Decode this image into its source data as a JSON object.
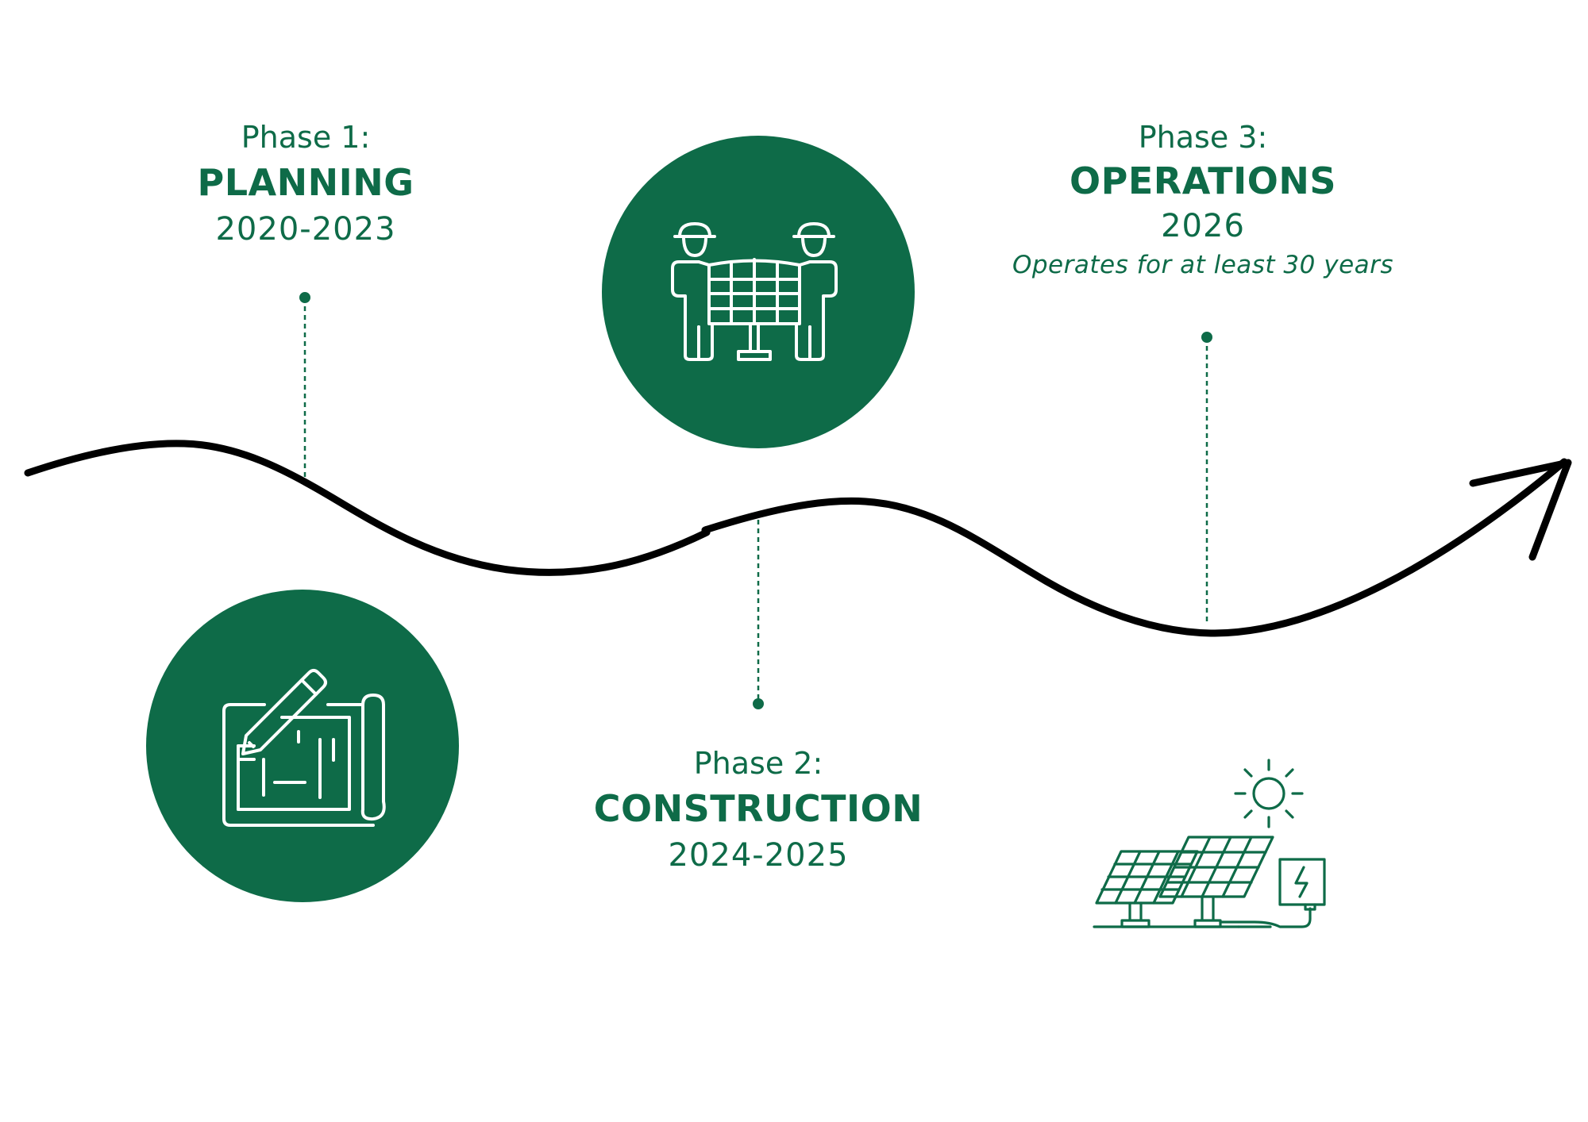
{
  "colors": {
    "brand_green": "#0e6b48",
    "timeline": "#000000",
    "icon_stroke": "#ffffff"
  },
  "phases": [
    {
      "label": "Phase 1:",
      "title": "PLANNING",
      "years": "2020-2023",
      "icon": "blueprint-pencil-icon"
    },
    {
      "label": "Phase 2:",
      "title": "CONSTRUCTION",
      "years": "2024-2025",
      "icon": "workers-installing-solar-panel-icon"
    },
    {
      "label": "Phase 3:",
      "title": "OPERATIONS",
      "years": "2026",
      "note": "Operates for at least 30 years",
      "icon": "solar-array-sun-power-icon"
    }
  ]
}
